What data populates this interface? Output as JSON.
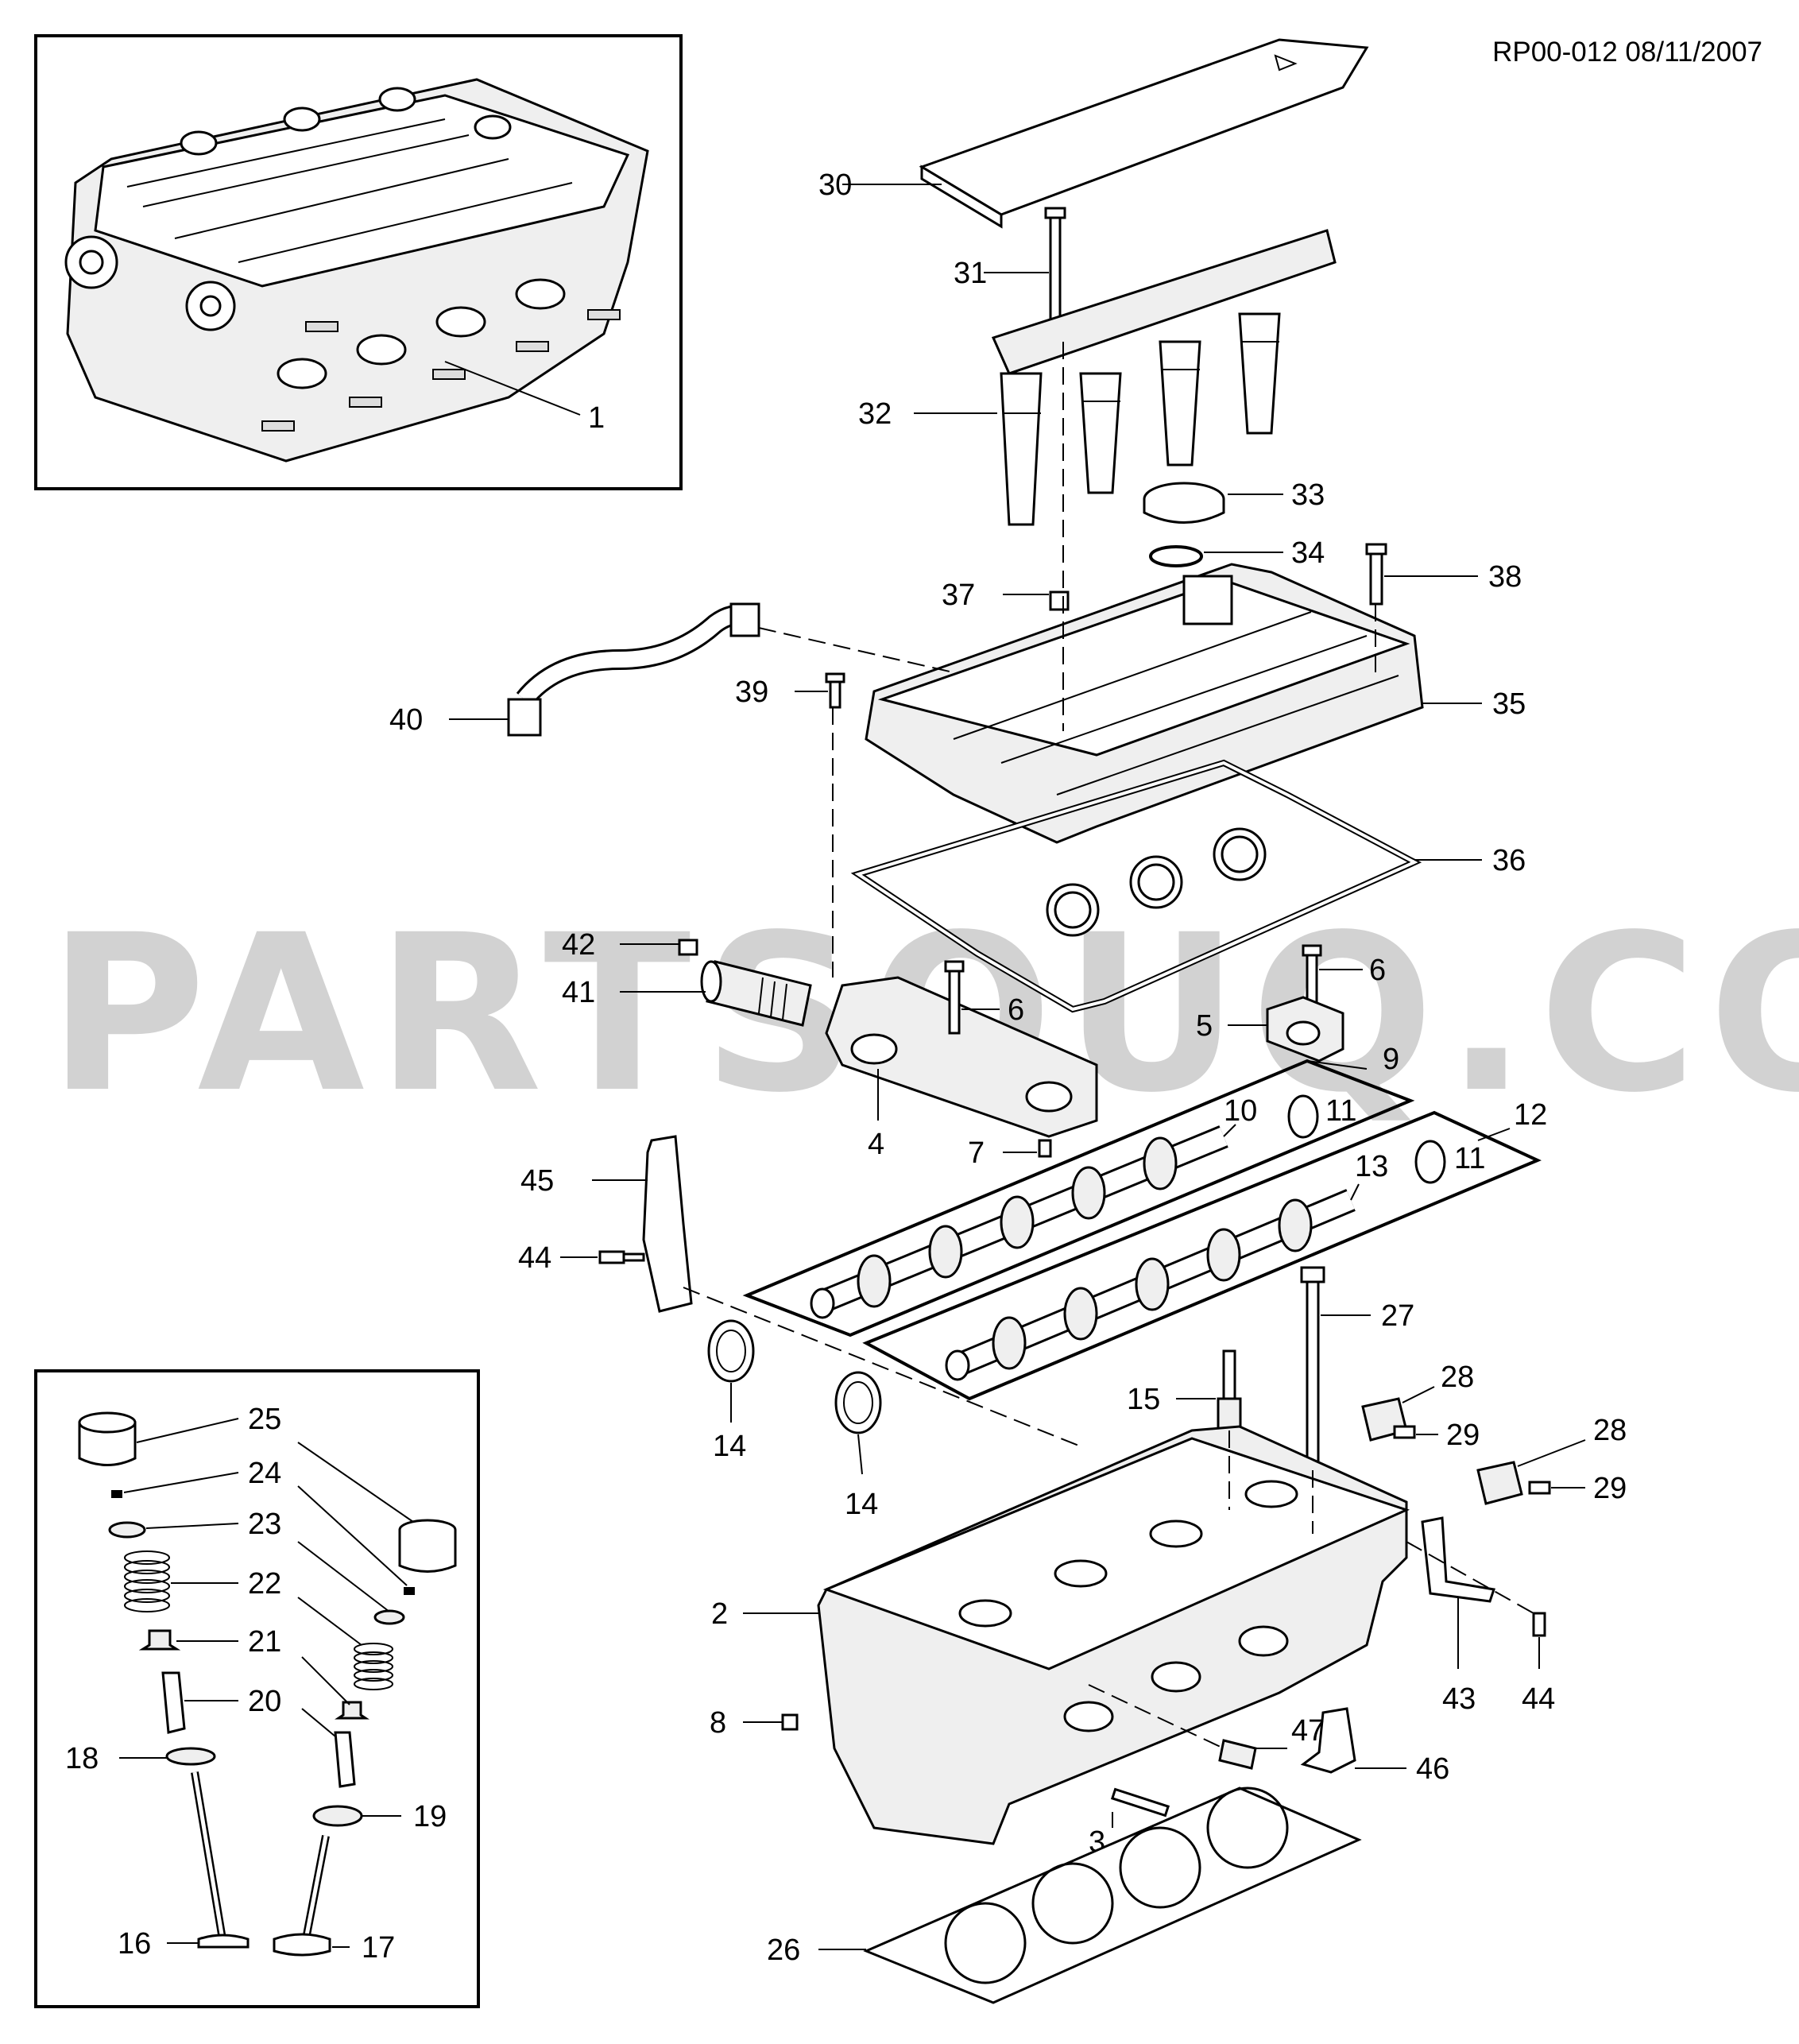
{
  "reference_code": "RP00-012 08/11/2007",
  "watermark": "PARTSOUQ.COM",
  "callouts": {
    "c1": "1",
    "c2": "2",
    "c3": "3",
    "c4": "4",
    "c5": "5",
    "c6a": "6",
    "c6b": "6",
    "c7": "7",
    "c8": "8",
    "c9": "9",
    "c10": "10",
    "c11a": "11",
    "c11b": "11",
    "c12": "12",
    "c13": "13",
    "c14a": "14",
    "c14b": "14",
    "c15": "15",
    "c16": "16",
    "c17": "17",
    "c18": "18",
    "c19": "19",
    "c20": "20",
    "c21": "21",
    "c22": "22",
    "c23": "23",
    "c24": "24",
    "c25": "25",
    "c26": "26",
    "c27": "27",
    "c28a": "28",
    "c28b": "28",
    "c29a": "29",
    "c29b": "29",
    "c30": "30",
    "c31": "31",
    "c32": "32",
    "c33": "33",
    "c34": "34",
    "c35": "35",
    "c36": "36",
    "c37": "37",
    "c38": "38",
    "c39": "39",
    "c40": "40",
    "c41": "41",
    "c42": "42",
    "c43": "43",
    "c44a": "44",
    "c44b": "44",
    "c45": "45",
    "c46": "46",
    "c47": "47"
  }
}
